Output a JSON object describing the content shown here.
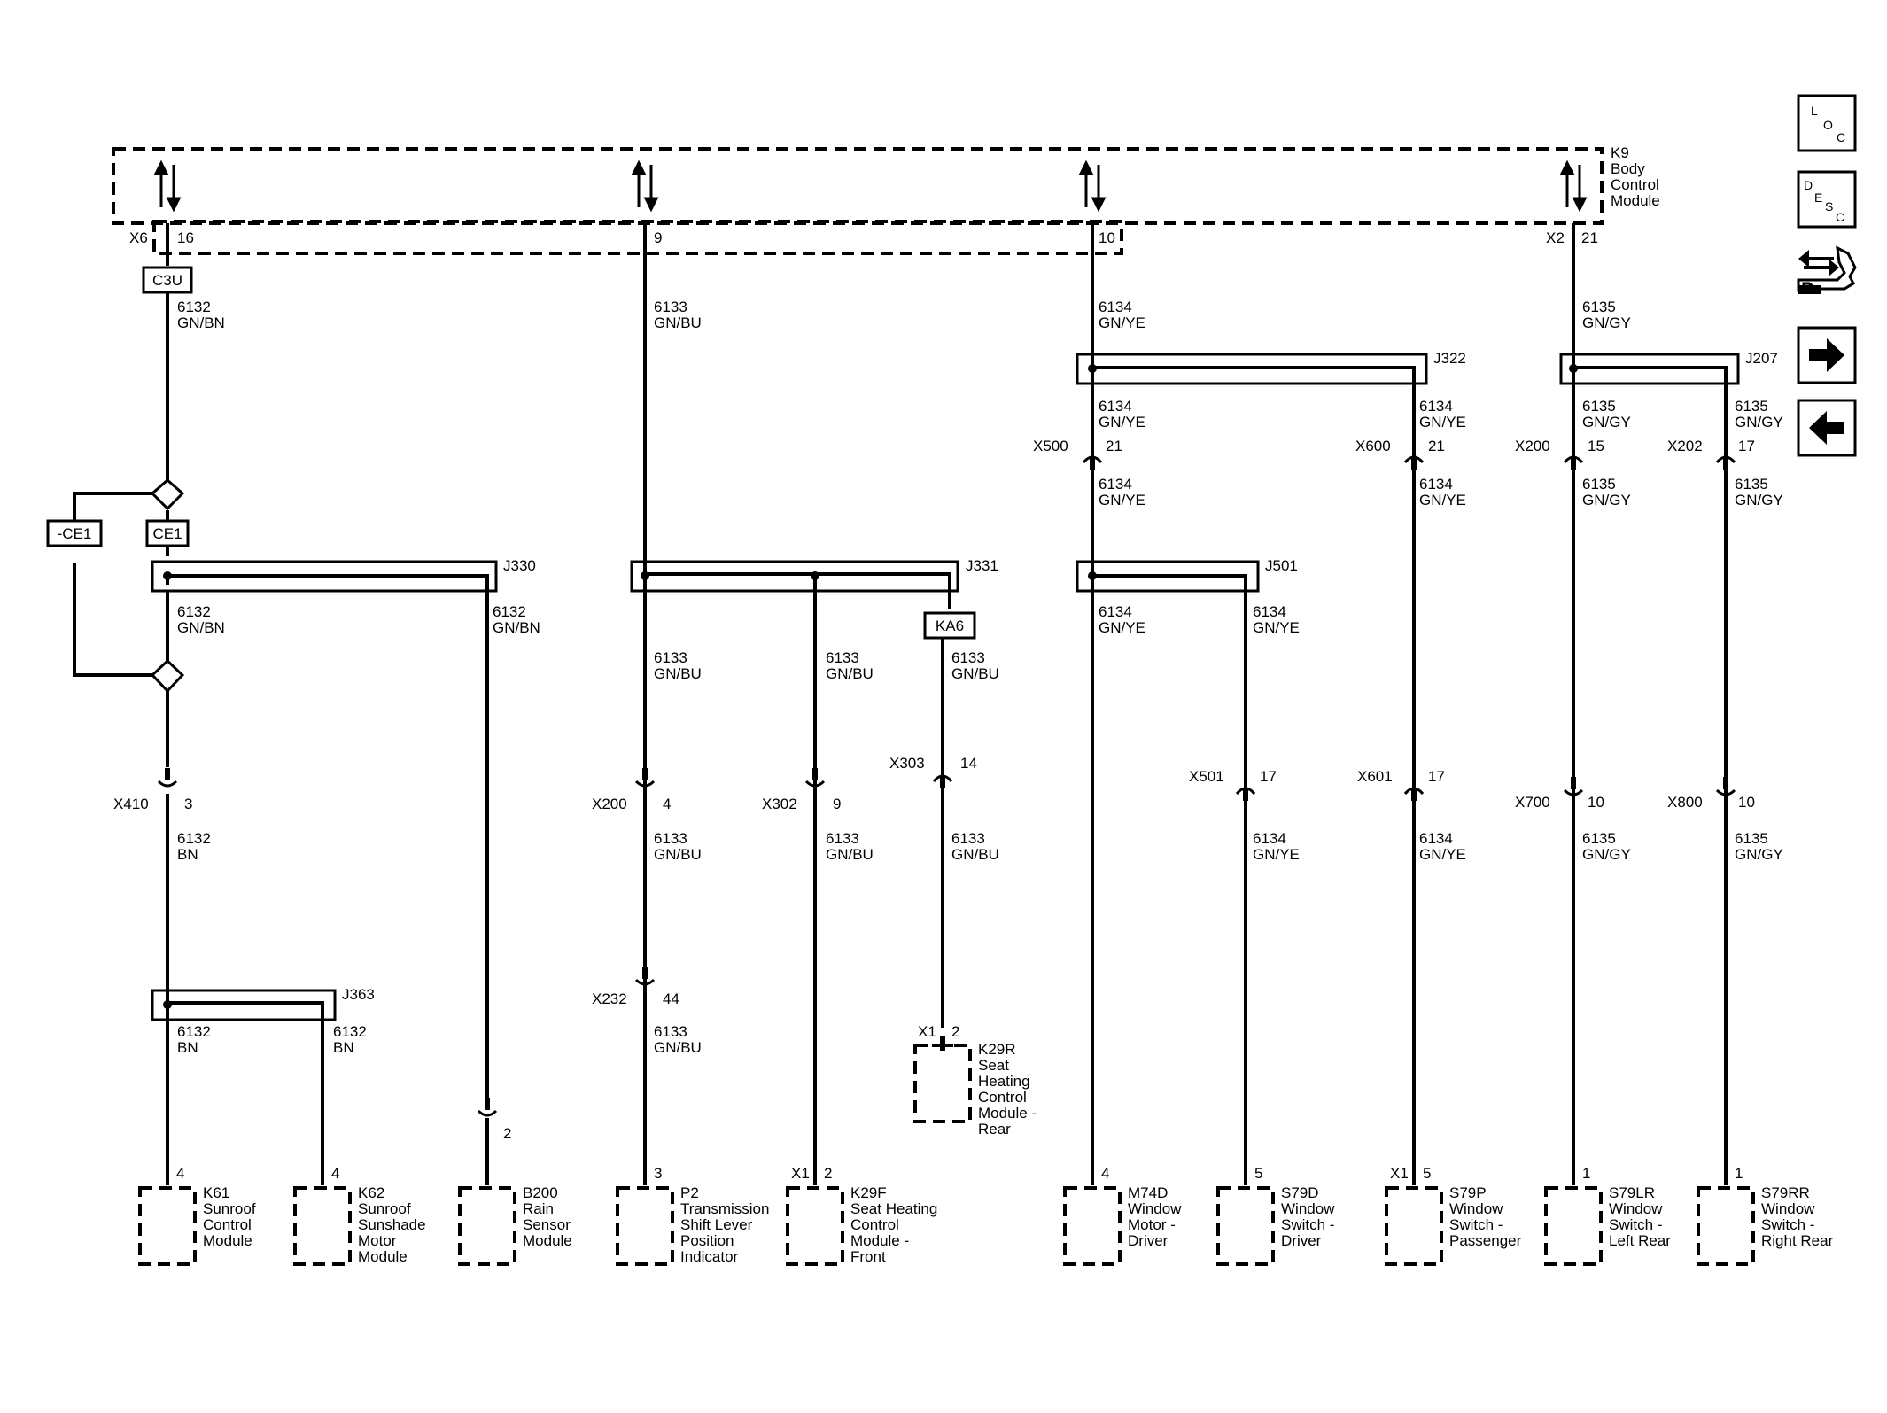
{
  "module_k9": {
    "id": "K9",
    "name_lines": [
      "Body",
      "Control",
      "Module"
    ]
  },
  "splice_pack_labels": {
    "c3u": "C3U",
    "ce1": "CE1",
    "neg_ce1": "-CE1",
    "ka6": "KA6",
    "j330": "J330",
    "j331": "J331",
    "j322": "J322",
    "j207": "J207",
    "j501": "J501",
    "j363": "J363"
  },
  "connector_labels": {
    "k9_x6": "X6",
    "k9_x6_pin": "16",
    "k9_pin9": "9",
    "k9_pin10": "10",
    "k9_x2": "X2",
    "k9_x2_pin": "21",
    "x410": "X410",
    "x410_pin": "3",
    "x200a": "X200",
    "x200a_pin": "4",
    "x302": "X302",
    "x302_pin": "9",
    "x303": "X303",
    "x303_pin": "14",
    "x232": "X232",
    "x232_pin": "44",
    "x500": "X500",
    "x500_pin": "21",
    "x600": "X600",
    "x600_pin": "21",
    "x200b": "X200",
    "x200b_pin": "15",
    "x202": "X202",
    "x202_pin": "17",
    "x501": "X501",
    "x501_pin": "17",
    "x601": "X601",
    "x601_pin": "17",
    "x700": "X700",
    "x700_pin": "10",
    "x800": "X800",
    "x800_pin": "10",
    "b200_inline_pin": "2"
  },
  "wire_labels": [
    {
      "circuit": "6132",
      "color": "GN/BN"
    },
    {
      "circuit": "6133",
      "color": "GN/BU"
    },
    {
      "circuit": "6134",
      "color": "GN/YE"
    },
    {
      "circuit": "6135",
      "color": "GN/GY"
    },
    {
      "circuit": "6134",
      "color": "GN/YE"
    },
    {
      "circuit": "6134",
      "color": "GN/YE"
    },
    {
      "circuit": "6135",
      "color": "GN/GY"
    },
    {
      "circuit": "6135",
      "color": "GN/GY"
    },
    {
      "circuit": "6134",
      "color": "GN/YE"
    },
    {
      "circuit": "6134",
      "color": "GN/YE"
    },
    {
      "circuit": "6135",
      "color": "GN/GY"
    },
    {
      "circuit": "6135",
      "color": "GN/GY"
    },
    {
      "circuit": "6132",
      "color": "GN/BN"
    },
    {
      "circuit": "6132",
      "color": "GN/BN"
    },
    {
      "circuit": "6133",
      "color": "GN/BU"
    },
    {
      "circuit": "6133",
      "color": "GN/BU"
    },
    {
      "circuit": "6133",
      "color": "GN/BU"
    },
    {
      "circuit": "6134",
      "color": "GN/YE"
    },
    {
      "circuit": "6134",
      "color": "GN/YE"
    },
    {
      "circuit": "6132",
      "color": "BN"
    },
    {
      "circuit": "6133",
      "color": "GN/BU"
    },
    {
      "circuit": "6133",
      "color": "GN/BU"
    },
    {
      "circuit": "6133",
      "color": "GN/BU"
    },
    {
      "circuit": "6134",
      "color": "GN/YE"
    },
    {
      "circuit": "6134",
      "color": "GN/YE"
    },
    {
      "circuit": "6135",
      "color": "GN/GY"
    },
    {
      "circuit": "6135",
      "color": "GN/GY"
    },
    {
      "circuit": "6132",
      "color": "BN"
    },
    {
      "circuit": "6132",
      "color": "BN"
    },
    {
      "circuit": "6133",
      "color": "GN/BU"
    }
  ],
  "components": [
    {
      "pin": "4",
      "connector": "",
      "lines": [
        "K61",
        "Sunroof",
        "Control",
        "Module"
      ]
    },
    {
      "pin": "4",
      "connector": "",
      "lines": [
        "K62",
        "Sunroof",
        "Sunshade",
        "Motor",
        "Module"
      ]
    },
    {
      "pin": "",
      "connector": "",
      "lines": [
        "B200",
        "Rain",
        "Sensor",
        "Module"
      ]
    },
    {
      "pin": "3",
      "connector": "",
      "lines": [
        "P2",
        "Transmission",
        "Shift Lever",
        "Position",
        "Indicator"
      ]
    },
    {
      "pin": "2",
      "connector": "X1",
      "lines": [
        "K29F",
        "Seat Heating",
        "Control",
        "Module -",
        "Front"
      ]
    },
    {
      "pin": "4",
      "connector": "",
      "lines": [
        "M74D",
        "Window",
        "Motor -",
        "Driver"
      ]
    },
    {
      "pin": "5",
      "connector": "",
      "lines": [
        "S79D",
        "Window",
        "Switch -",
        "Driver"
      ]
    },
    {
      "pin": "5",
      "connector": "X1",
      "lines": [
        "S79P",
        "Window",
        "Switch -",
        "Passenger"
      ]
    },
    {
      "pin": "1",
      "connector": "",
      "lines": [
        "S79LR",
        "Window",
        "Switch -",
        "Left Rear"
      ]
    },
    {
      "pin": "1",
      "connector": "",
      "lines": [
        "S79RR",
        "Window",
        "Switch -",
        "Right Rear"
      ]
    }
  ],
  "k29r": {
    "pin": "2",
    "connector": "X1",
    "lines": [
      "K29R",
      "Seat",
      "Heating",
      "Control",
      "Module -",
      "Rear"
    ]
  },
  "nav": {
    "loc": {
      "letters": [
        "L",
        "O",
        "C"
      ]
    },
    "desc": {
      "letters": [
        "D",
        "E",
        "S",
        "C"
      ]
    },
    "icons": [
      "connector-wrench-icon",
      "arrow-right-icon",
      "arrow-left-icon"
    ]
  }
}
